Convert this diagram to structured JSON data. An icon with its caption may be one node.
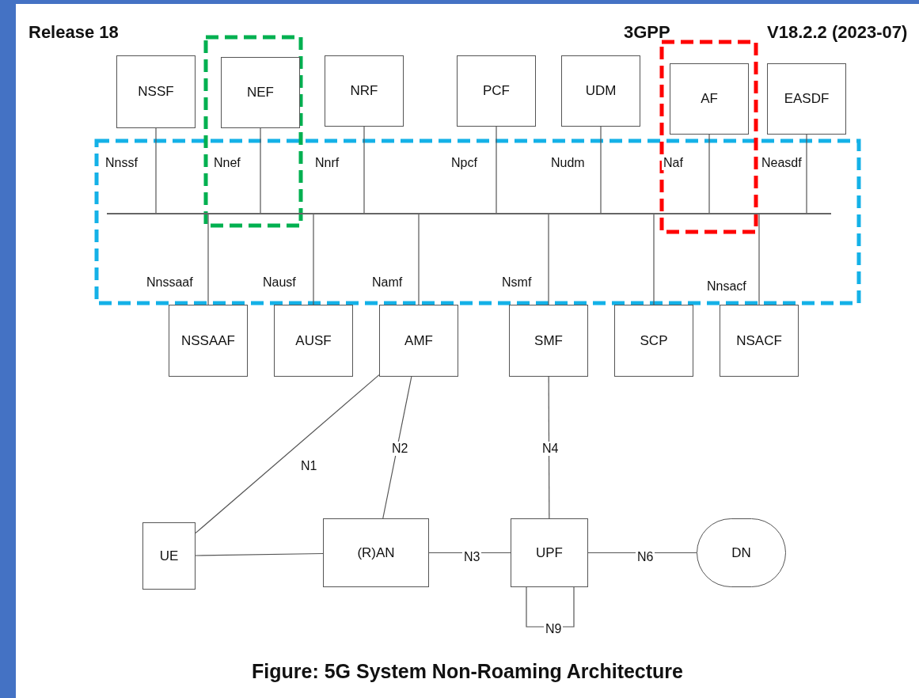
{
  "diagram": {
    "caption": "Figure: 5G System Non-Roaming Architecture",
    "nodes": [
      {
        "text": [
          "NSSF"
        ]
      },
      {
        "text": [
          "NEF"
        ]
      },
      {
        "text": [
          "NRF"
        ]
      },
      {
        "text": [
          "PCF"
        ]
      },
      {
        "text": [
          "UDM"
        ]
      },
      {
        "text": [
          "AF"
        ]
      },
      {
        "text": [
          "EASDF"
        ]
      },
      {
        "text": [],
        "shape": "bar"
      },
      {
        "text": [
          "NSSAAF"
        ]
      },
      {
        "text": [
          "AUSF"
        ]
      },
      {
        "text": [
          "AMF"
        ]
      },
      {
        "text": [
          "SMF"
        ]
      },
      {
        "text": [
          "SCP"
        ]
      },
      {
        "text": [
          "NSACF"
        ]
      },
      {
        "text": [
          "UE"
        ]
      },
      {
        "text": [
          "(R)AN"
        ]
      },
      {
        "text": [
          "UPF"
        ]
      },
      {
        "text": [
          "DN"
        ]
      }
    ],
    "edges": [
      {
        "from": 0,
        "to": 7,
        "arrow": "none",
        "label": "Nnssf"
      },
      {
        "from": 1,
        "to": 7,
        "arrow": "none",
        "label": "Nnef"
      },
      {
        "from": 2,
        "to": 7,
        "arrow": "none",
        "label": "Nnrf"
      },
      {
        "from": 3,
        "to": 7,
        "arrow": "none",
        "label": "Npcf"
      },
      {
        "from": 4,
        "to": 7,
        "arrow": "none",
        "label": "Nudm"
      },
      {
        "from": 5,
        "to": 7,
        "arrow": "none",
        "label": "Naf"
      },
      {
        "from": 6,
        "to": 7,
        "arrow": "none",
        "label": "Neasdf"
      },
      {
        "from": 7,
        "to": 8,
        "arrow": "none",
        "label": "Nnssaaf"
      },
      {
        "from": 7,
        "to": 9,
        "arrow": "none",
        "label": "Nausf"
      },
      {
        "from": 7,
        "to": 10,
        "arrow": "none",
        "label": "Namf"
      },
      {
        "from": 7,
        "to": 11,
        "arrow": "none",
        "label": "Nsmf"
      },
      {
        "from": 7,
        "to": 12,
        "arrow": "none"
      },
      {
        "from": 7,
        "to": 13,
        "arrow": "none",
        "label": "Nnsacf"
      },
      {
        "from": 14,
        "to": 10,
        "arrow": "none",
        "label": "N1"
      },
      {
        "from": 15,
        "to": 10,
        "arrow": "none",
        "label": "N2"
      },
      {
        "from": 11,
        "to": 16,
        "arrow": "none",
        "label": "N4"
      },
      {
        "from": 14,
        "to": 15,
        "arrow": "none"
      },
      {
        "from": 15,
        "to": 16,
        "arrow": "none",
        "label": "N3"
      },
      {
        "from": 16,
        "to": 17,
        "arrow": "none",
        "label": "N6"
      },
      {
        "from": 16,
        "to": 16,
        "arrow": "none",
        "label": "N9"
      }
    ],
    "labels": [
      "Release 18",
      "3GPP",
      "V18.2.2 (2023-07)"
    ]
  }
}
